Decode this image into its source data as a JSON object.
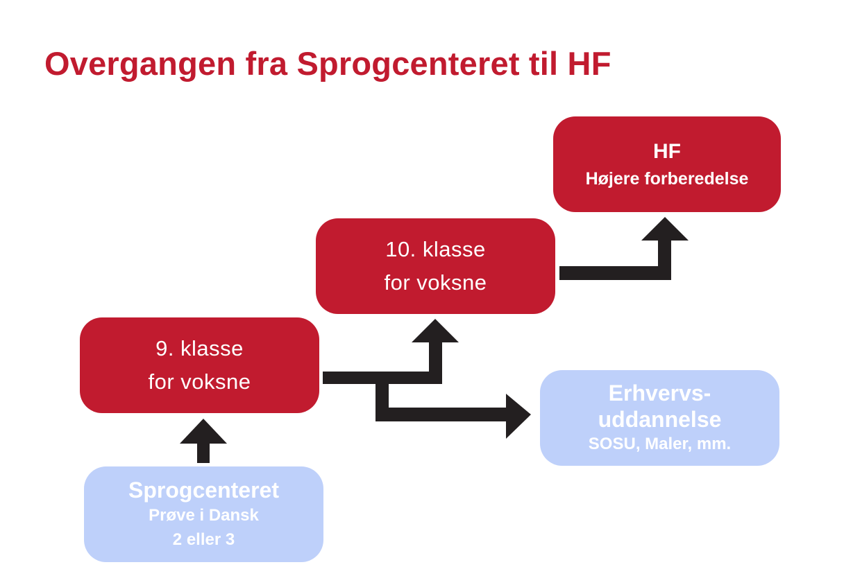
{
  "title": "Overgangen fra Sprogcenteret til HF",
  "colors": {
    "red": "#c11b2f",
    "light_blue": "#bed0fa",
    "arrow": "#231f20",
    "text": "#ffffff"
  },
  "nodes": {
    "hf": {
      "line1": "HF",
      "line2": "Højere forberedelse"
    },
    "klasse10": {
      "line1": "10. klasse",
      "line2": "for voksne"
    },
    "klasse9": {
      "line1": "9. klasse",
      "line2": "for voksne"
    },
    "erhverv": {
      "line1": "Erhvervs-",
      "line2": "uddannelse",
      "line3": "SOSU, Maler, mm."
    },
    "sprogcenter": {
      "line1": "Sprogcenteret",
      "line2": "Prøve i Dansk",
      "line3": "2 eller 3"
    }
  }
}
